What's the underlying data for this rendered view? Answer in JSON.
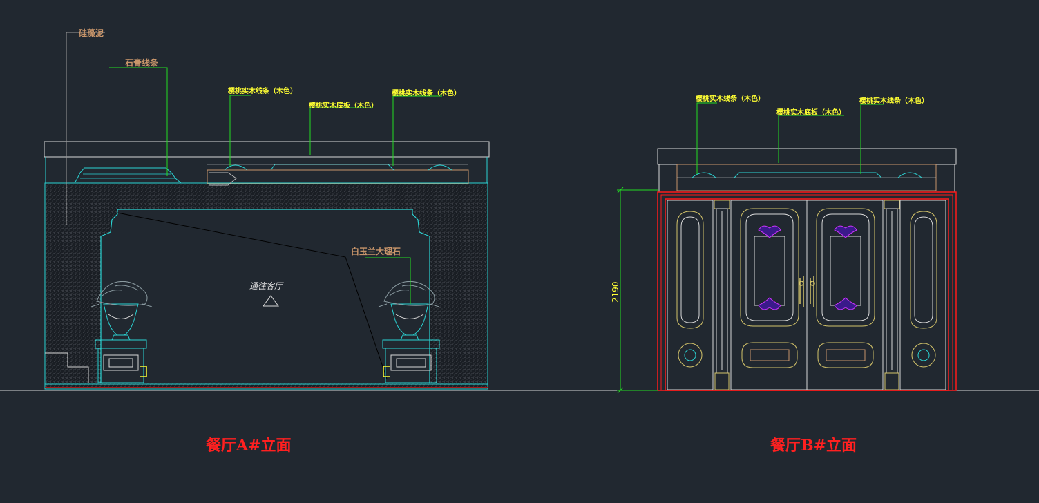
{
  "elevation_a": {
    "title": "餐厅A#立面",
    "room_label": "通往客厅",
    "callouts": {
      "diatom_mud": "硅藻泥",
      "plaster_molding": "石膏线条",
      "wood_strip_left": "樱桃实木线条（木色）",
      "wood_base_board": "樱桃实木底板（木色）",
      "wood_strip_right": "樱桃实木线条（木色）",
      "marble": "白玉兰大理石"
    }
  },
  "elevation_b": {
    "title": "餐厅B#立面",
    "dimension_height": "2190",
    "callouts": {
      "wood_strip_left": "樱桃实木线条（木色）",
      "wood_base_board": "樱桃实木底板（木色）",
      "wood_strip_right": "樱桃实木线条（木色）"
    }
  },
  "colors": {
    "background": "#212830",
    "outline": "#d8d8d8",
    "cyan": "#2bd4d4",
    "green_leader": "#22dd22",
    "yellow": "#ffff33",
    "red": "#ff1a1a",
    "magenta": "#cc33ff",
    "brown_text": "#c8956a"
  }
}
